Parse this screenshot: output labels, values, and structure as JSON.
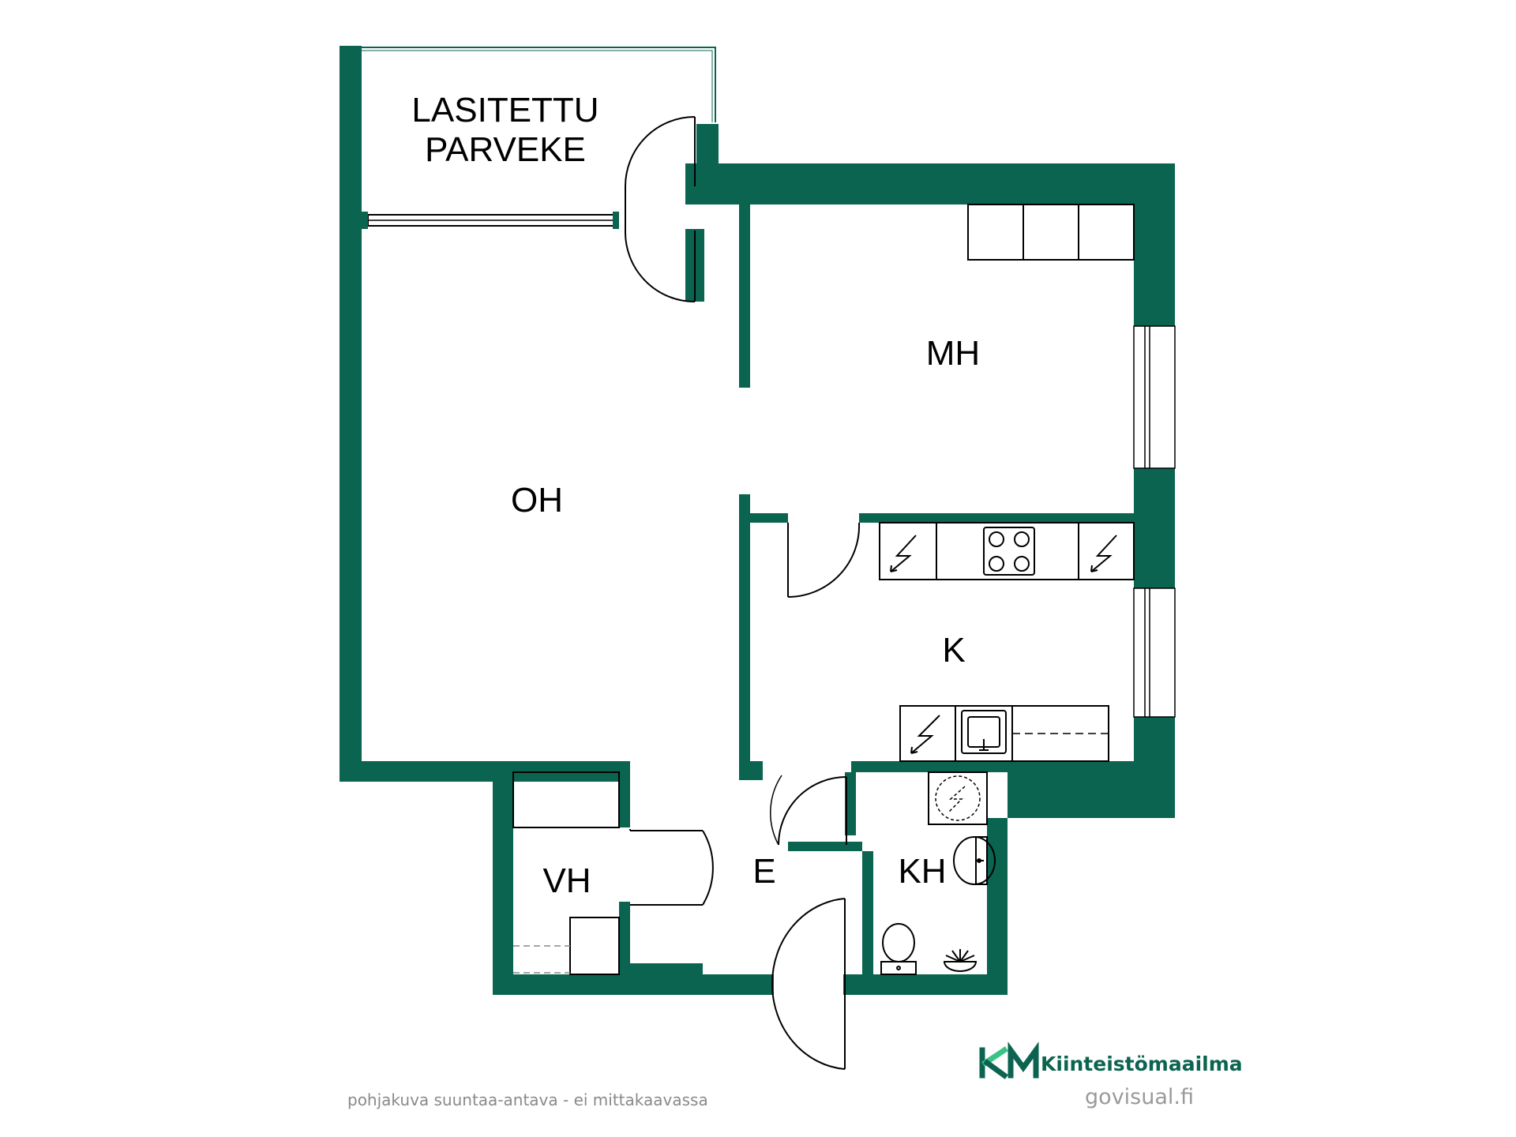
{
  "rooms": {
    "balcony": [
      "LASITETTU",
      "PARVEKE"
    ],
    "living_room": "OH",
    "bedroom": "MH",
    "kitchen": "K",
    "entrance": "E",
    "closet": "VH",
    "bathroom": "KH"
  },
  "footer": {
    "disclaimer": "pohjakuva suuntaa-antava - ei mittakaavassa",
    "brand_name": "Kiinteistömaailma",
    "brand_mark": "KM",
    "watermark": "govisual.fi"
  },
  "icons": [
    "stove-icon",
    "electric-outlet-icon",
    "sink-icon",
    "washing-machine-icon",
    "toilet-icon",
    "washbasin-icon",
    "shower-icon"
  ],
  "colors": {
    "wall": "#0a6450",
    "brand_dark": "#0c6450",
    "brand_light": "#39c486",
    "text": "#000000",
    "footer_text": "#8a8a8a"
  }
}
